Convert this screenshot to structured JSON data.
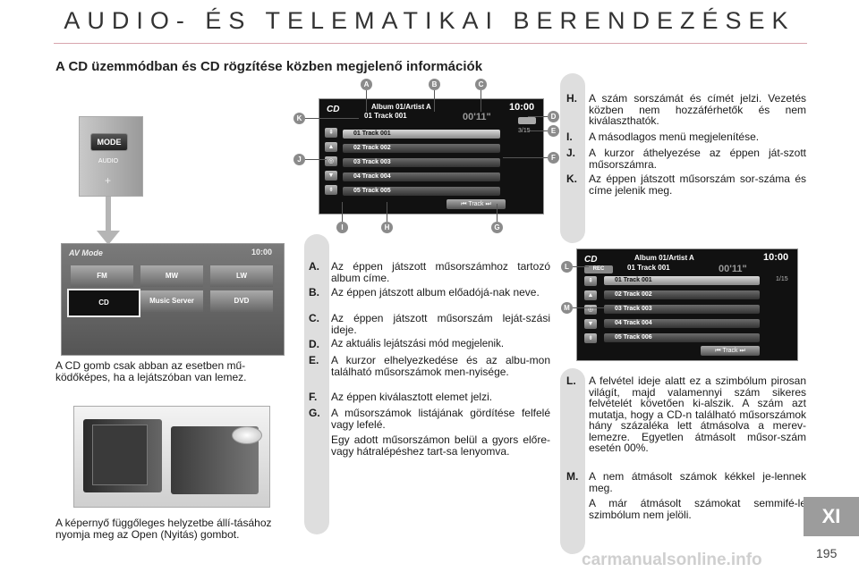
{
  "page": {
    "title": "AUDIO- ÉS TELEMATIKAI BERENDEZÉSEK",
    "section_heading": "A CD üzemmódban és CD rögzítése közben megjelenő információk",
    "chapter": "XI",
    "page_number": "195",
    "watermark": "carmanualsonline.info"
  },
  "captions": {
    "cd_button": "A CD gomb csak abban az esetben mű-ködőképes, ha a lejátszóban van lemez.",
    "open_button": "A képernyő függőleges helyzetbe állí-tásához nyomja meg az Open (Nyitás) gombot."
  },
  "panel": {
    "mode": "MODE",
    "audio": "AUDIO"
  },
  "av_screen": {
    "header": "AV Mode",
    "time": "10:00",
    "buttons": [
      "FM",
      "MW",
      "LW",
      "CD",
      "Music Server",
      "DVD"
    ]
  },
  "play_screen": {
    "logo": "CD",
    "album": "Album 01/Artist A",
    "current": "01 Track 001",
    "time": "10:00",
    "elapsed": "00'11\"",
    "counter": "3/15",
    "tracks": [
      "01 Track 001",
      "02 Track 002",
      "03 Track 003",
      "04 Track 004",
      "05 Track 005"
    ],
    "prev_label": "Track"
  },
  "rec_screen": {
    "logo": "CD",
    "album": "Album 01/Artist A",
    "current": "01 Track 001",
    "time": "10:00",
    "elapsed": "00'11\"",
    "rec_badge": "REC",
    "counter": "1/15",
    "tracks": [
      "01 Track 001",
      "02 Track 002",
      "03 Track 003",
      "04 Track 004",
      "05 Track 006"
    ],
    "prev_label": "Track"
  },
  "callouts": [
    "A",
    "B",
    "C",
    "D",
    "E",
    "F",
    "G",
    "H",
    "I",
    "J",
    "K",
    "L",
    "M"
  ],
  "items_mid": [
    {
      "key": "A.",
      "text": "Az éppen játszott műsorszámhoz tartozó album címe."
    },
    {
      "key": "B.",
      "text": "Az éppen játszott album előadójá-nak neve."
    },
    {
      "key": "C.",
      "text": "Az éppen játszott műsorszám leját-szási ideje."
    },
    {
      "key": "D.",
      "text": "Az aktuális lejátszási mód megjelenik."
    },
    {
      "key": "E.",
      "text": "A kurzor elhelyezkedése és az albu-mon található műsorszámok men-nyisége."
    },
    {
      "key": "F.",
      "text": "Az éppen kiválasztott elemet jelzi."
    },
    {
      "key": "G.",
      "text": "A műsorszámok listájának gördítése felfelé vagy lefelé."
    }
  ],
  "item_g_extra": "Egy adott műsorszámon belül a gyors előre-vagy hátralépéshez tart-sa lenyomva.",
  "items_right_top": [
    {
      "key": "H.",
      "text": "A szám sorszámát és címét jelzi. Vezetés közben nem hozzáférhetők és nem kiválaszthatók."
    },
    {
      "key": "I.",
      "text": "A másodlagos menü megjelenítése."
    },
    {
      "key": "J.",
      "text": "A kurzor áthelyezése az éppen ját-szott műsorszámra."
    },
    {
      "key": "K.",
      "text": "Az éppen játszott műsorszám sor-száma és címe jelenik meg."
    }
  ],
  "items_right_bottom": [
    {
      "key": "L.",
      "text": "A felvétel ideje alatt ez a szimbólum pirosan világít, majd valamennyi szám sikeres felvételét követően ki-alszik. A szám azt mutatja, hogy a CD-n található műsorszámok hány százaléka lett átmásolva a merev-lemezre. Egyetlen átmásolt műsor-szám esetén 00%."
    },
    {
      "key": "M.",
      "text": "A nem átmásolt számok kékkel je-lennek meg."
    }
  ],
  "item_m_extra": "A már átmásolt számokat semmifé-le szimbólum nem jelöli."
}
